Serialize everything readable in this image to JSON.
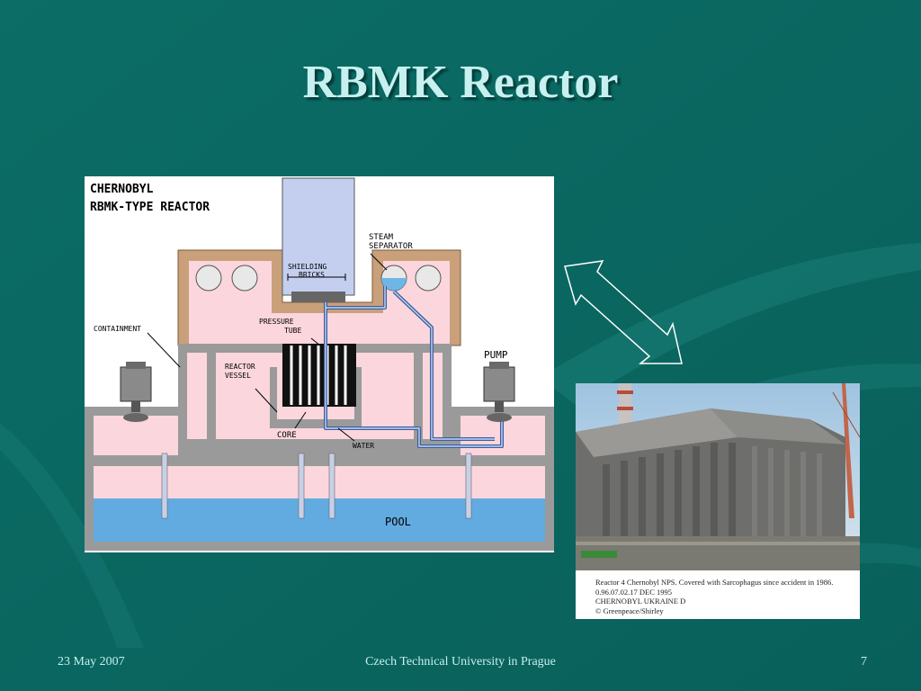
{
  "slide": {
    "title": "RBMK Reactor",
    "footer_date": "23 May 2007",
    "footer_org": "Czech Technical University in Prague",
    "page_number": "7"
  },
  "diagram": {
    "title_line1": "CHERNOBYL",
    "title_line2": "RBMK-TYPE REACTOR",
    "labels": {
      "steam_separator_1": "STEAM",
      "steam_separator_2": "SEPARATOR",
      "shielding_1": "SHIELDING",
      "shielding_2": "BRICKS",
      "pressure_1": "PRESSURE",
      "pressure_2": "TUBE",
      "containment": "CONTAINMENT",
      "reactor_1": "REACTOR",
      "reactor_2": "VESSEL",
      "pump": "PUMP",
      "core": "CORE",
      "water": "WATER",
      "pool": "POOL"
    },
    "colors": {
      "outer_shell": "#c9a07a",
      "interior": "#fbd6dc",
      "concrete": "#9a9a9a",
      "pool": "#6fb6e6",
      "shield": "#c4cff0",
      "pipe": "#3a5fa0"
    }
  },
  "photo": {
    "caption_line1": "Reactor 4 Chernobyl NPS. Covered with Sarcophagus since accident in 1986.",
    "caption_line2": "0.96.07.02.17    DEC 1995",
    "caption_line3": "CHERNOBYL UKRAINE    D",
    "caption_line4": "© Greenpeace/Shirley"
  },
  "icons": [
    "double-arrow-icon"
  ]
}
